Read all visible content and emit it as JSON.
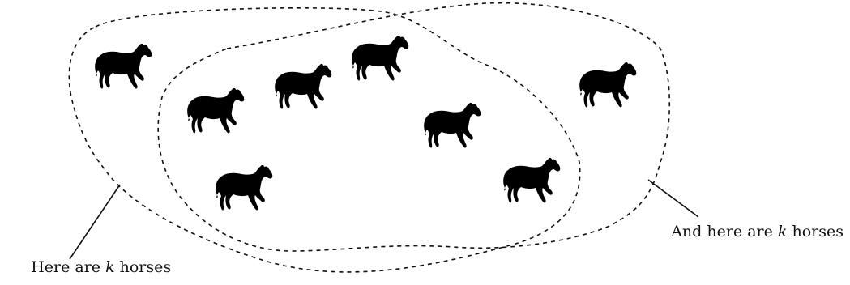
{
  "labels": {
    "left": {
      "prefix": "Here are ",
      "variable": "k",
      "suffix": " horses"
    },
    "right": {
      "prefix": "And here are ",
      "variable": "k",
      "suffix": " horses"
    }
  },
  "horse_icon": "horse-silhouette-icon",
  "colors": {
    "ink": "#000000",
    "background": "#ffffff"
  }
}
